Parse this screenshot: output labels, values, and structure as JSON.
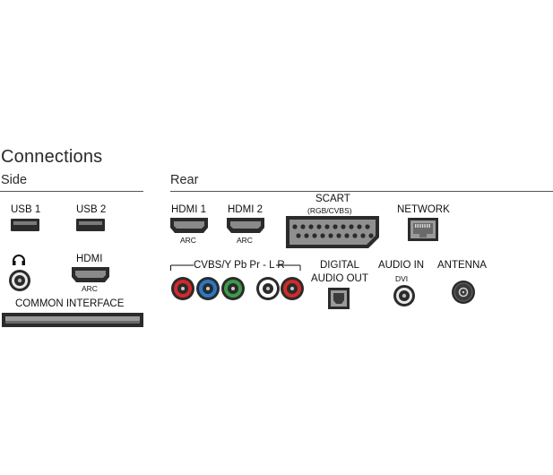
{
  "title": "Connections",
  "side": {
    "heading": "Side",
    "usb1": "USB 1",
    "usb2": "USB 2",
    "hdmi": "HDMI",
    "hdmi_sub": "ARC",
    "common_interface": "COMMON INTERFACE"
  },
  "rear": {
    "heading": "Rear",
    "hdmi1": "HDMI 1",
    "hdmi1_sub": "ARC",
    "hdmi2": "HDMI 2",
    "hdmi2_sub": "ARC",
    "scart": "SCART",
    "scart_sub": "(RGB/CVBS)",
    "network": "NETWORK",
    "cvbs": "CVBS/Y Pb Pr - L R",
    "digital_audio_out_line1": "DIGITAL",
    "digital_audio_out_line2": "AUDIO OUT",
    "audio_in": "AUDIO IN",
    "audio_in_sub": "DVI",
    "antenna": "ANTENNA"
  },
  "colors": {
    "connector": "#2b2b2b",
    "rca_red": "#d12a2a",
    "rca_blue": "#2a78c8",
    "rca_green": "#3f9a4a",
    "rca_white": "#ffffff"
  }
}
